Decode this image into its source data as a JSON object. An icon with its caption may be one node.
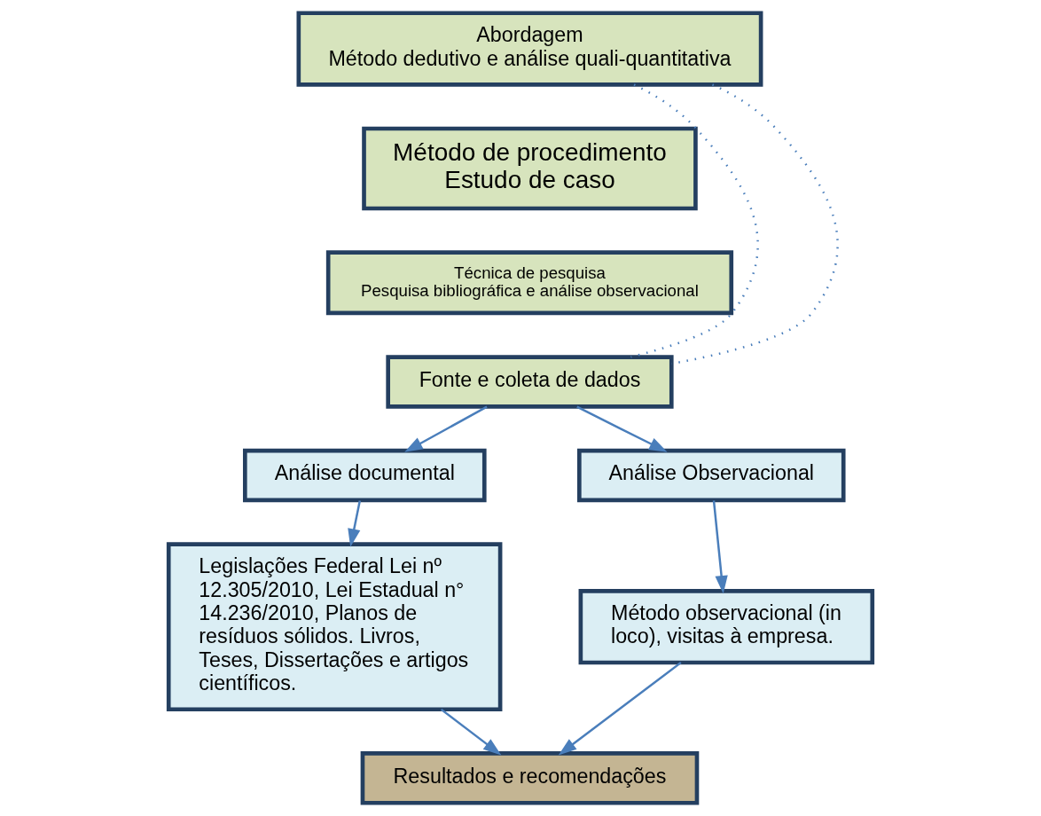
{
  "diagram": {
    "nodes": [
      {
        "text": [
          "Abordagem",
          "Método dedutivo e análise quali-quantitativa"
        ]
      },
      {
        "text": [
          "Método de procedimento",
          "Estudo de caso"
        ]
      },
      {
        "text": [
          "Técnica de pesquisa",
          "Pesquisa bibliográfica e análise observacional"
        ]
      },
      {
        "text": [
          "Fonte e coleta de dados"
        ]
      },
      {
        "text": [
          "Análise documental"
        ]
      },
      {
        "text": [
          "Análise Observacional"
        ]
      },
      {
        "text": [
          "Legislações Federal Lei nº 12.305/2010, Lei Estadual n° 14.236/2010, Planos de resíduos sólidos. Livros, Teses, Dissertações e artigos científicos."
        ]
      },
      {
        "text": [
          "Método observacional (in loco), visitas à empresa."
        ]
      },
      {
        "text": [
          "Resultados e recomendações"
        ]
      }
    ],
    "edges": [
      {
        "from": 0,
        "to": 3,
        "arrow": "none",
        "style": "dashed"
      },
      {
        "from": 0,
        "to": 3,
        "arrow": "none",
        "style": "dashed"
      },
      {
        "from": 3,
        "to": 4,
        "arrow": "to"
      },
      {
        "from": 3,
        "to": 5,
        "arrow": "to"
      },
      {
        "from": 4,
        "to": 6,
        "arrow": "to"
      },
      {
        "from": 5,
        "to": 7,
        "arrow": "to"
      },
      {
        "from": 6,
        "to": 8,
        "arrow": "to"
      },
      {
        "from": 7,
        "to": 8,
        "arrow": "to"
      }
    ]
  }
}
